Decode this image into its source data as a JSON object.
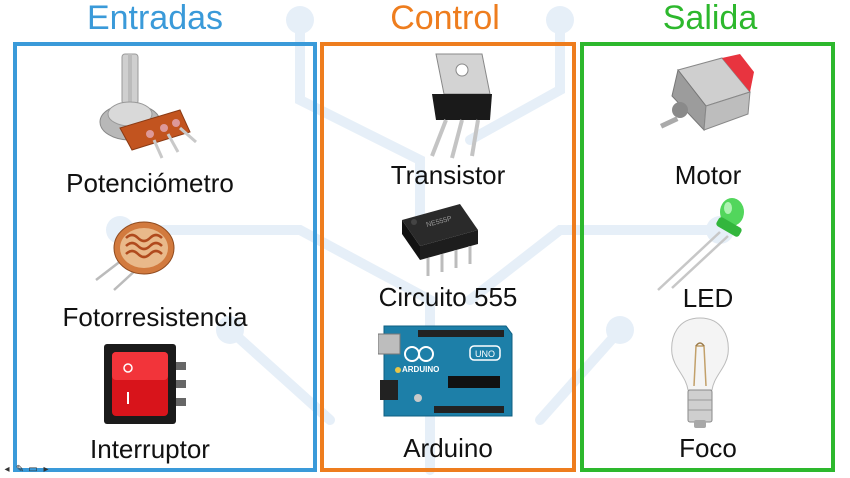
{
  "colors": {
    "inputs": "#3a9ad9",
    "control": "#ee7d1e",
    "outputs": "#2db82d",
    "background_traces": "#e7f0f8"
  },
  "headings": {
    "inputs": "Entradas",
    "control": "Control",
    "outputs": "Salida"
  },
  "inputs": {
    "items": [
      {
        "label": "Potenciómetro",
        "icon": "potentiometer-icon"
      },
      {
        "label": "Fotorresistencia",
        "icon": "photoresistor-icon"
      },
      {
        "label": "Interruptor",
        "icon": "rocker-switch-icon"
      }
    ]
  },
  "control": {
    "items": [
      {
        "label": "Transistor",
        "icon": "transistor-icon"
      },
      {
        "label": "Circuito 555",
        "icon": "ic-555-chip-icon"
      },
      {
        "label": "Arduino",
        "icon": "arduino-board-icon"
      }
    ],
    "arduino_text": "ARDUINO",
    "arduino_model": "UNO"
  },
  "outputs": {
    "items": [
      {
        "label": "Motor",
        "icon": "dc-motor-icon"
      },
      {
        "label": "LED",
        "icon": "led-icon"
      },
      {
        "label": "Foco",
        "icon": "light-bulb-icon"
      }
    ]
  },
  "slide_nav": {
    "icons": [
      "prev-arrow-icon",
      "pen-icon",
      "menu-icon",
      "next-arrow-icon"
    ],
    "glyphs": [
      "◂",
      "✎",
      "▭",
      "▸"
    ]
  }
}
